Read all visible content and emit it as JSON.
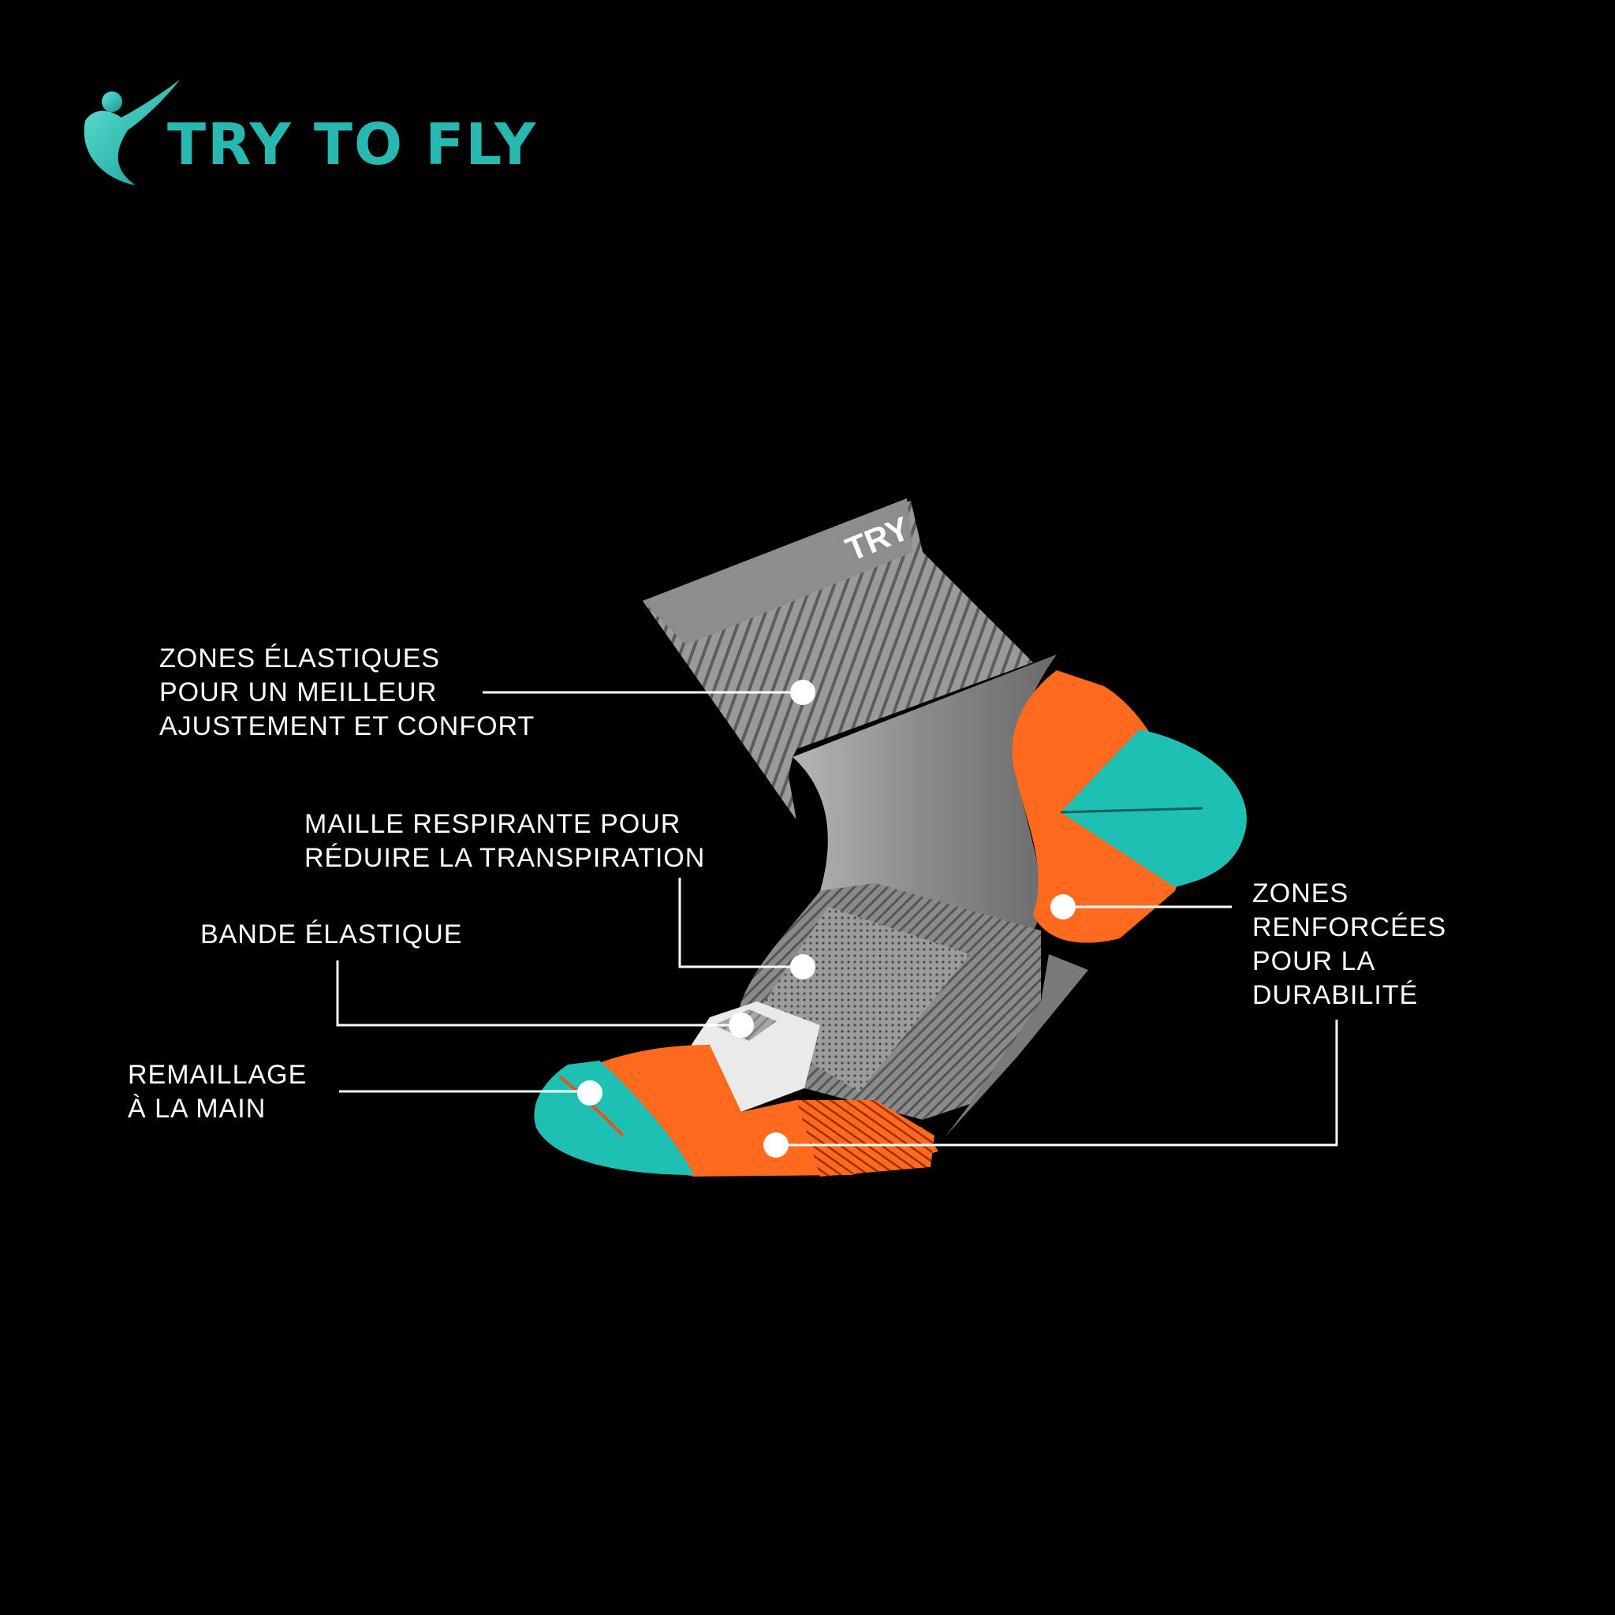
{
  "brand": {
    "name": "TRY TO FLY",
    "sock_text": "TRY",
    "colors": {
      "teal": "#1fc0b4",
      "orange": "#ff6a1e",
      "gray": "#8f8f8f",
      "background": "#000000"
    }
  },
  "callouts": {
    "elastic_zones": [
      "ZONES ÉLASTIQUES",
      "POUR UN MEILLEUR",
      "AJUSTEMENT ET CONFORT"
    ],
    "breathable_mesh": [
      "MAILLE RESPIRANTE POUR",
      "RÉDUIRE LA TRANSPIRATION"
    ],
    "elastic_band": [
      "BANDE ÉLASTIQUE"
    ],
    "hand_linking": [
      "REMAILLAGE",
      "À LA MAIN"
    ],
    "reinforced_zones": [
      "ZONES",
      "RENFORCÉES",
      "POUR LA",
      "DURABILITÉ"
    ]
  }
}
